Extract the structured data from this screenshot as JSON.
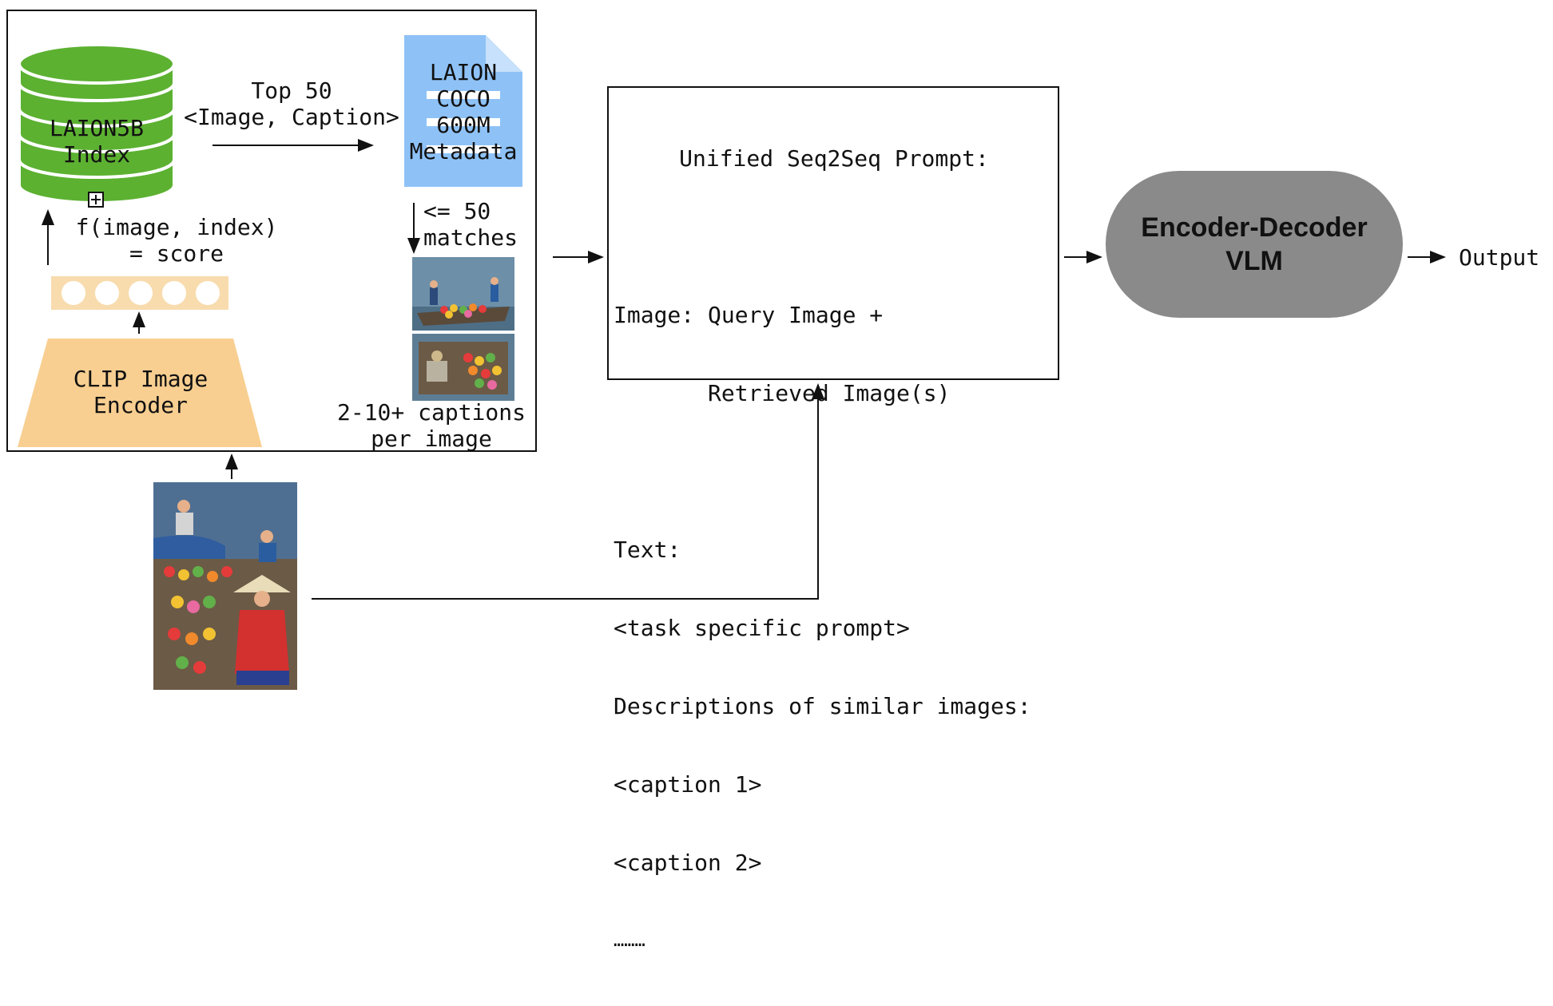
{
  "retrieval": {
    "database_label": "LAION5B\nIndex",
    "top_k_label": "Top 50\n<Image, Caption>",
    "metadata_label": "LAION\nCOCO\n600M\nMetadata",
    "matches_label": "<= 50\nmatches",
    "captions_label": "2-10+ captions\nper image",
    "score_label": "f(image, index)\n= score",
    "encoder_label": "CLIP Image\nEncoder"
  },
  "prompt": {
    "lines": [
      "Unified Seq2Seq Prompt:",
      "",
      "Image: Query Image +",
      "       Retrieved Image(s)",
      "",
      "Text:",
      "<task specific prompt>",
      "Descriptions of similar images:",
      "<caption 1>",
      "<caption 2>",
      "………"
    ]
  },
  "model": {
    "line1": "Encoder-Decoder",
    "line2": "VLM"
  },
  "output_label": "Output",
  "colors": {
    "database": "#5cb131",
    "document": "#8ec2f7",
    "encoder": "#f8cf91",
    "embedding": "#f8dcae",
    "vlm": "#8a8a8a",
    "water": "#4f6f92"
  }
}
